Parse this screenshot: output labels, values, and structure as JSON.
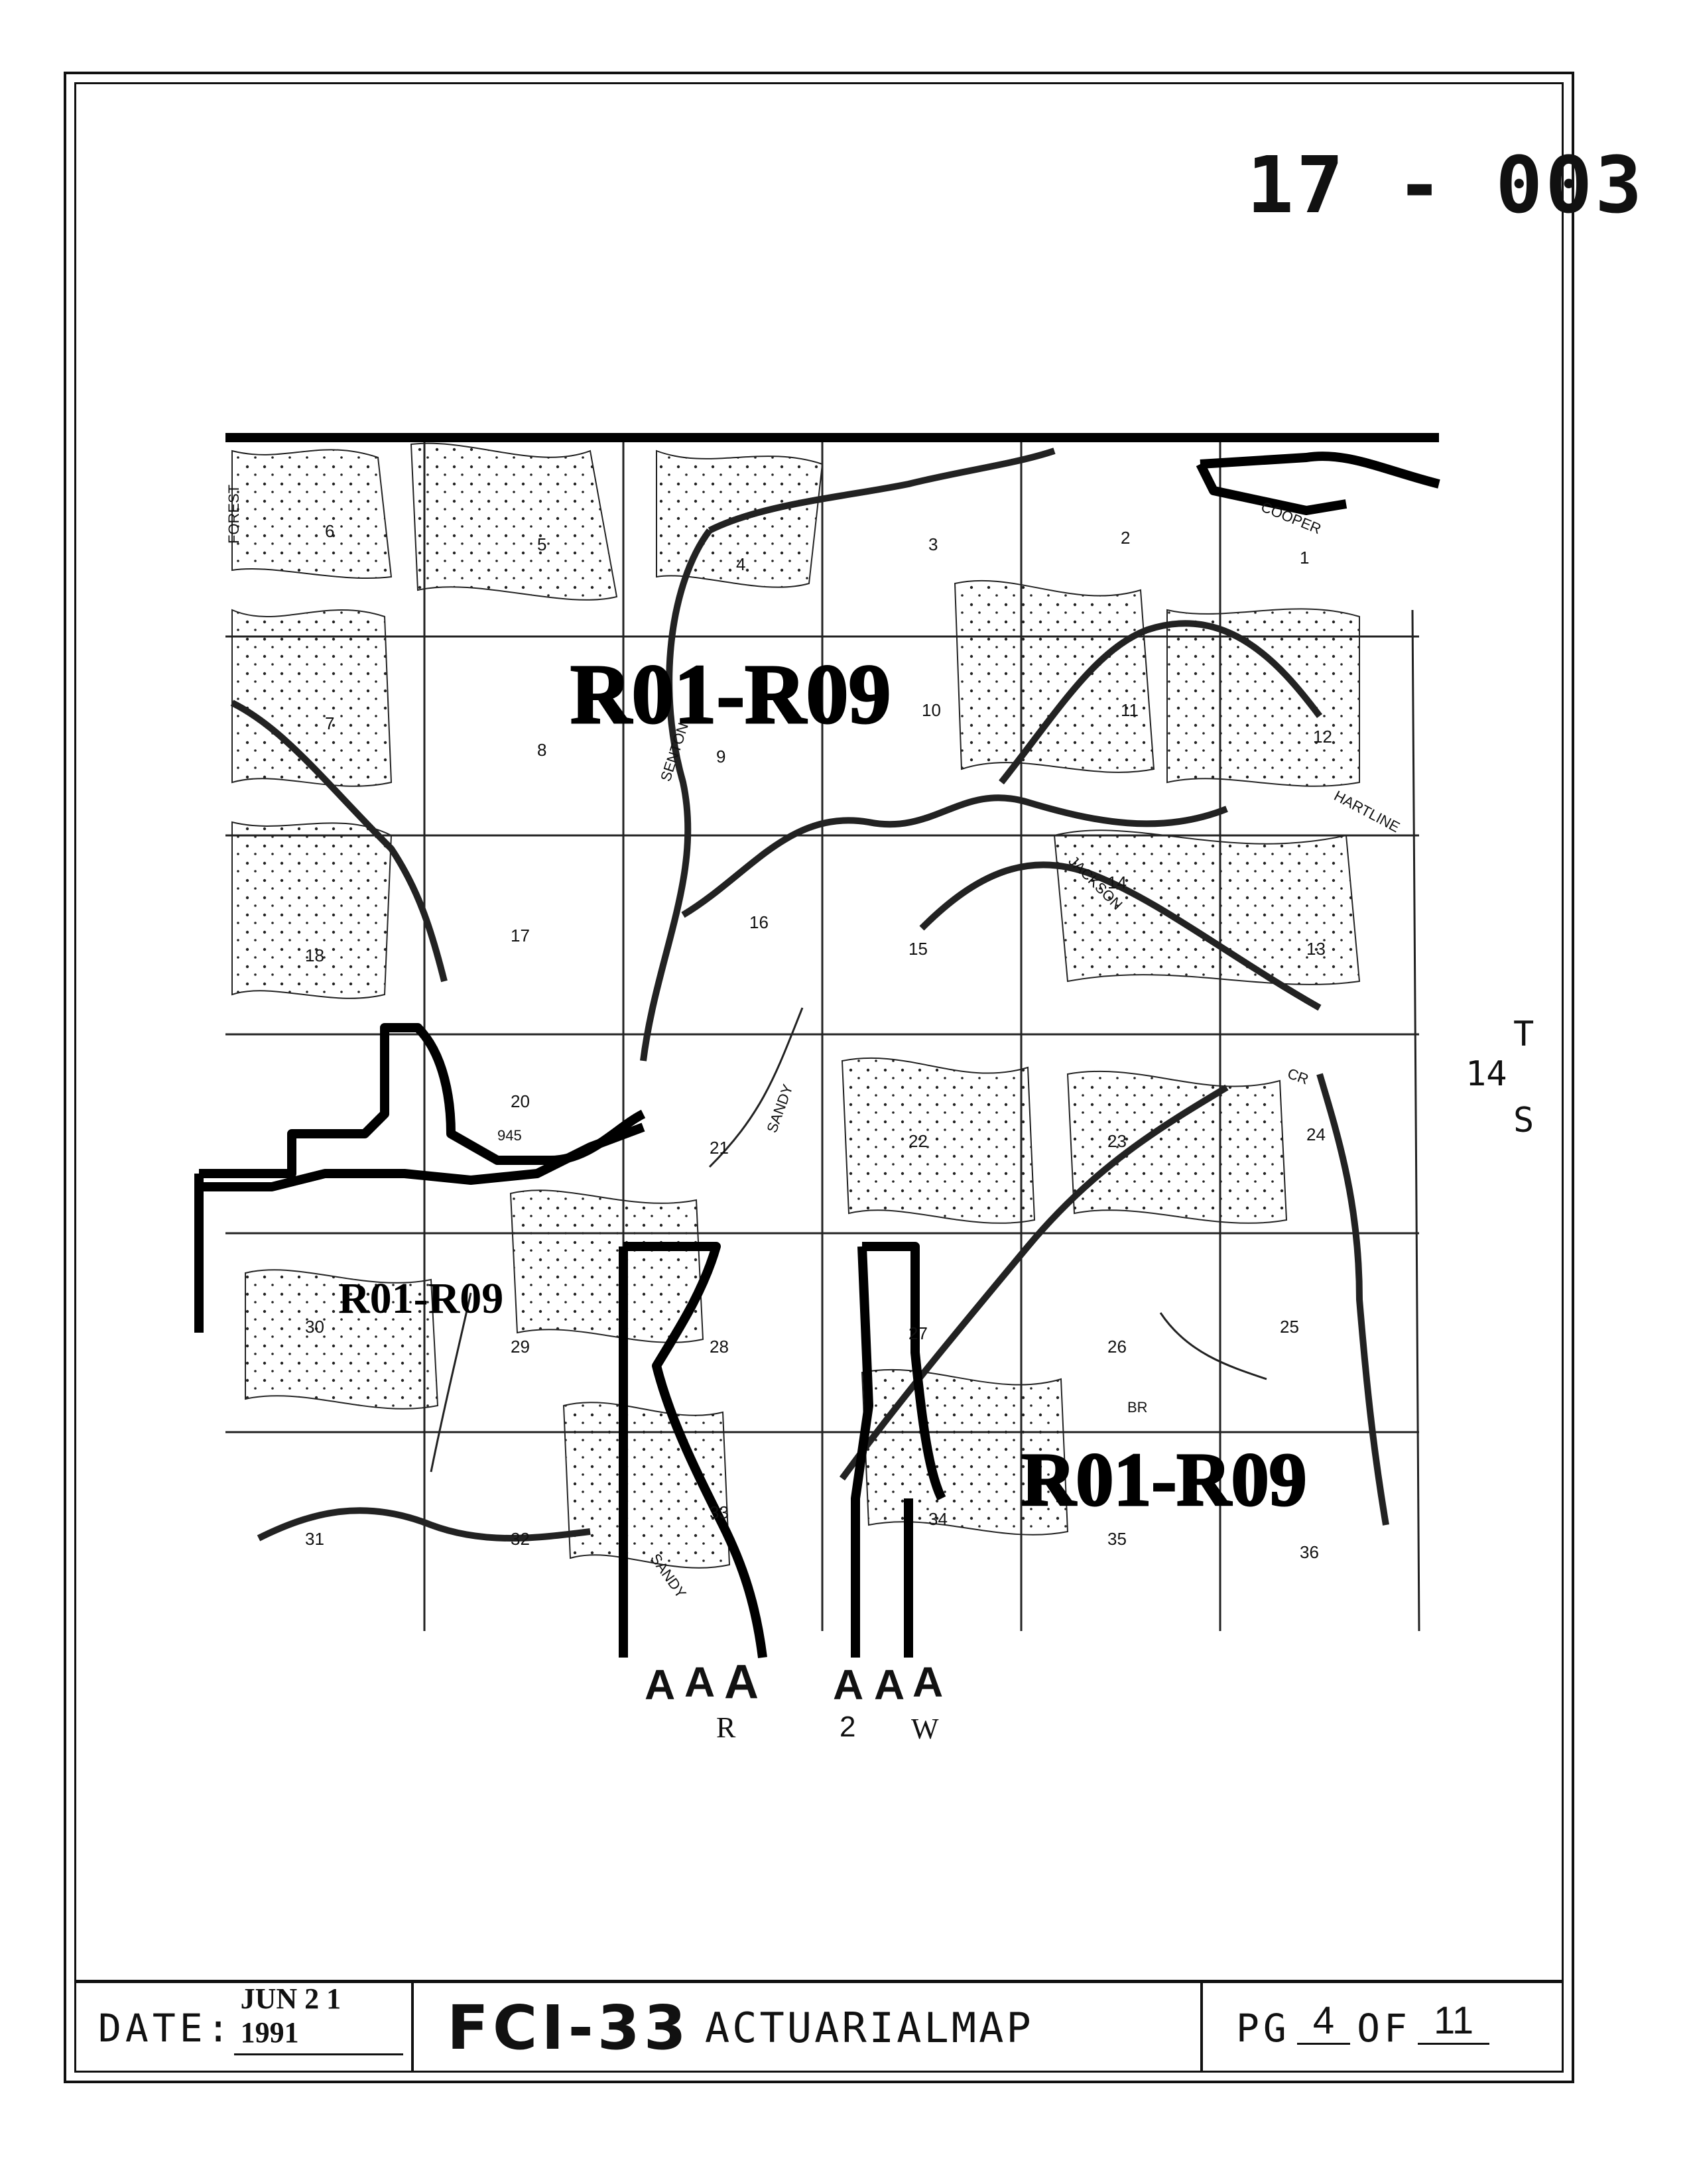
{
  "document": {
    "id": "17 - 003"
  },
  "map": {
    "zone_labels": [
      "R01-R09",
      "R01-R09",
      "R01-R09"
    ],
    "section_numbers": [
      "6",
      "5",
      "4",
      "3",
      "2",
      "1",
      "7",
      "8",
      "9",
      "10",
      "11",
      "12",
      "18",
      "17",
      "16",
      "15",
      "14",
      "13",
      "20",
      "21",
      "22",
      "23",
      "24",
      "30",
      "29",
      "28",
      "27",
      "26",
      "25",
      "32",
      "33",
      "34",
      "35",
      "36",
      "31"
    ],
    "road_labels": [
      "FOREST",
      "COOPER",
      "SENTON",
      "HARTLINE",
      "JACKSON",
      "SANDY",
      "SANDY",
      "945",
      "CR",
      "BR"
    ],
    "township": [
      "T",
      "14",
      "S"
    ],
    "range_marks": [
      "A",
      "A",
      "A",
      "A",
      "A",
      "A"
    ],
    "range": [
      "R",
      "2",
      "W"
    ]
  },
  "footer": {
    "date_label": "DATE:",
    "date_value": "JUN 2 1 1991",
    "form_number": "FCI-33",
    "form_title": "ACTUARIALMAP",
    "page_label": "PG",
    "page_number": "4",
    "of_label": "OF",
    "page_total": "11"
  }
}
